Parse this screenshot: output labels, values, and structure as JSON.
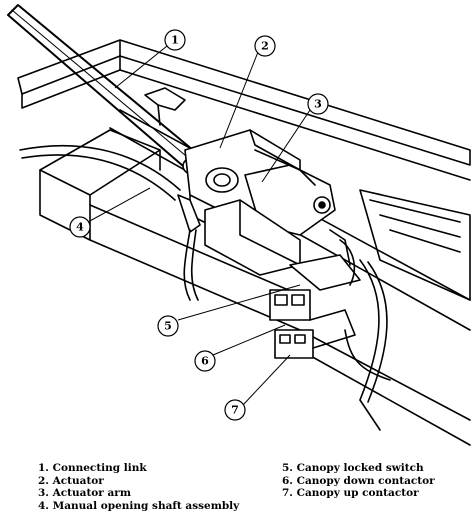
{
  "callouts": [
    {
      "number": "1"
    },
    {
      "number": "2"
    },
    {
      "number": "3"
    },
    {
      "number": "4"
    },
    {
      "number": "5"
    },
    {
      "number": "6"
    },
    {
      "number": "7"
    }
  ],
  "legend": {
    "left": [
      "1.  Connecting link",
      "2.  Actuator",
      "3.  Actuator arm",
      "4.  Manual opening shaft assembly"
    ],
    "right": [
      "5.  Canopy locked switch",
      "6.  Canopy down contactor",
      "7.  Canopy up contactor"
    ]
  }
}
